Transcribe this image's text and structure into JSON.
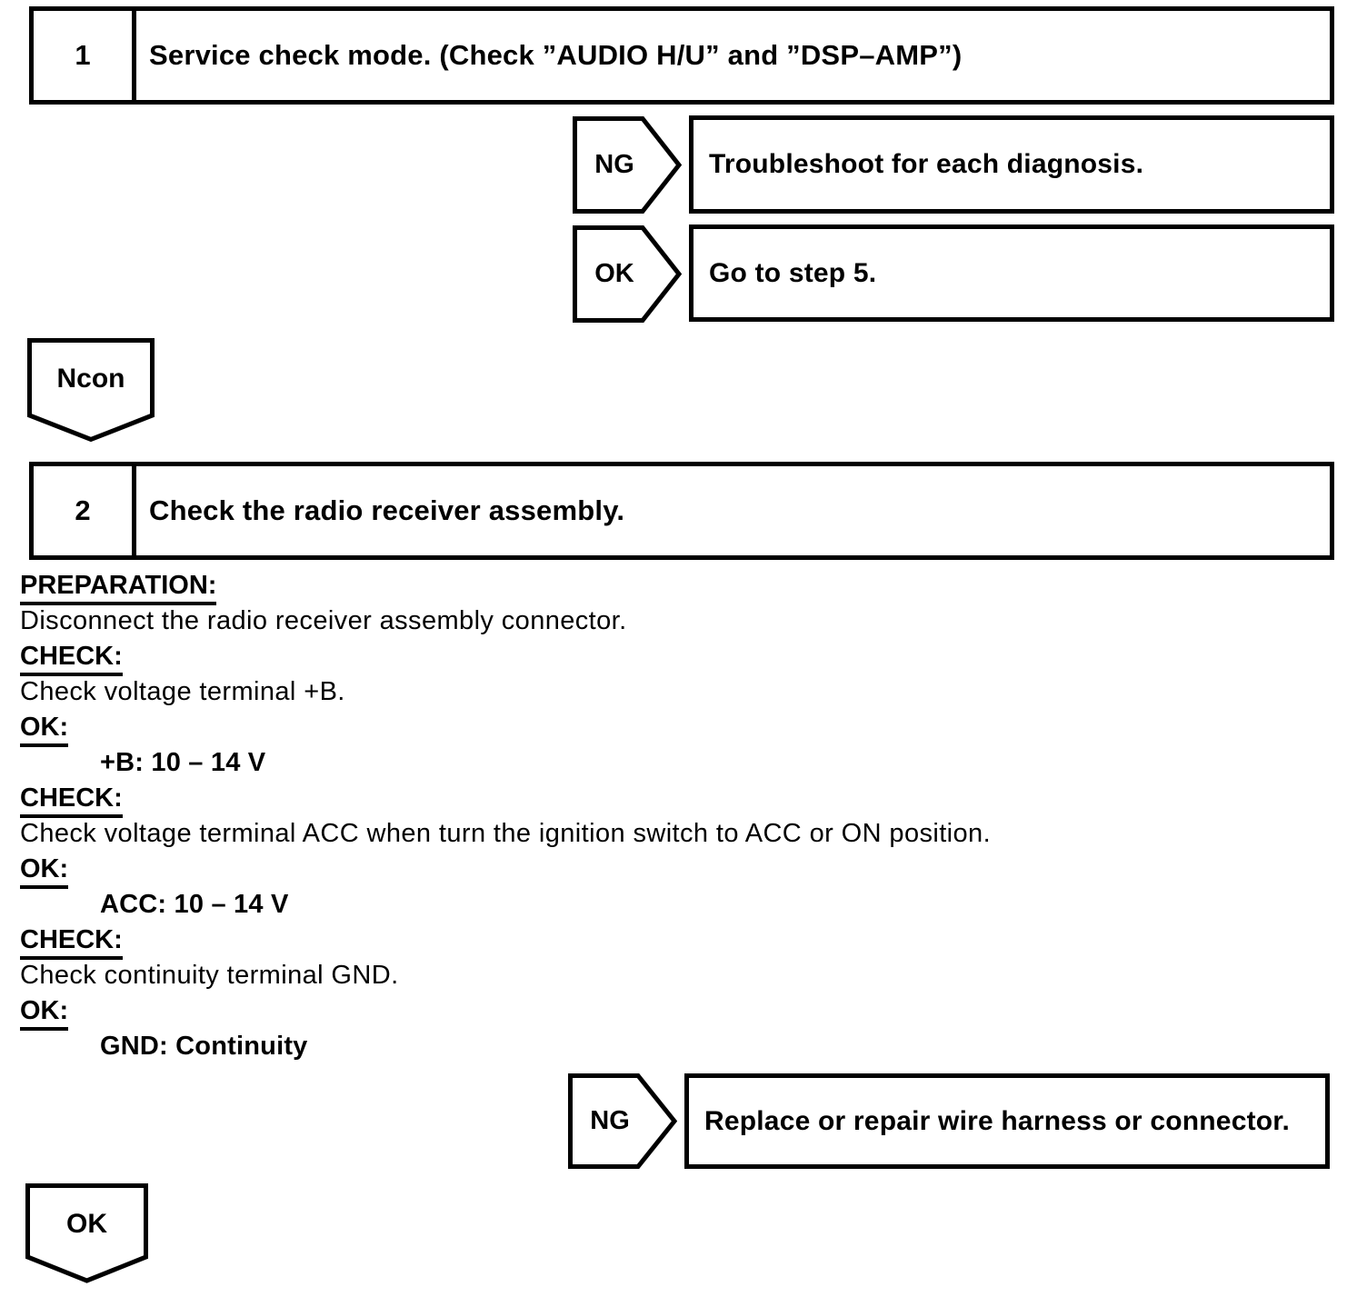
{
  "page": {
    "background": "#ffffff",
    "ink": "#000000"
  },
  "steps": [
    {
      "number": "1",
      "title": "Service check mode. (Check ”AUDIO H/U” and ”DSP–AMP”)"
    },
    {
      "number": "2",
      "title": "Check the radio receiver assembly."
    }
  ],
  "branches": [
    {
      "label": "NG",
      "result": "Troubleshoot for each diagnosis."
    },
    {
      "label": "OK",
      "result": "Go to step 5."
    },
    {
      "label": "NG",
      "result": "Replace or repair wire harness or connector."
    }
  ],
  "connectors": [
    {
      "label": "Ncon"
    },
    {
      "label": "OK"
    }
  ],
  "procedure": {
    "lines": [
      {
        "type": "label",
        "text": "PREPARATION:"
      },
      {
        "type": "body",
        "text": "Disconnect the radio receiver assembly connector."
      },
      {
        "type": "label",
        "text": "CHECK:"
      },
      {
        "type": "body",
        "text": "Check voltage terminal +B."
      },
      {
        "type": "label",
        "text": "OK:"
      },
      {
        "type": "value",
        "text": "+B: 10 – 14 V"
      },
      {
        "type": "label",
        "text": "CHECK:"
      },
      {
        "type": "body",
        "text": "Check voltage terminal ACC when turn the ignition switch to ACC or ON position."
      },
      {
        "type": "label",
        "text": "OK:"
      },
      {
        "type": "value",
        "text": "ACC: 10 – 14 V"
      },
      {
        "type": "label",
        "text": "CHECK:"
      },
      {
        "type": "body",
        "text": "Check continuity terminal GND."
      },
      {
        "type": "label",
        "text": "OK:"
      },
      {
        "type": "value",
        "text": "GND: Continuity"
      }
    ]
  }
}
